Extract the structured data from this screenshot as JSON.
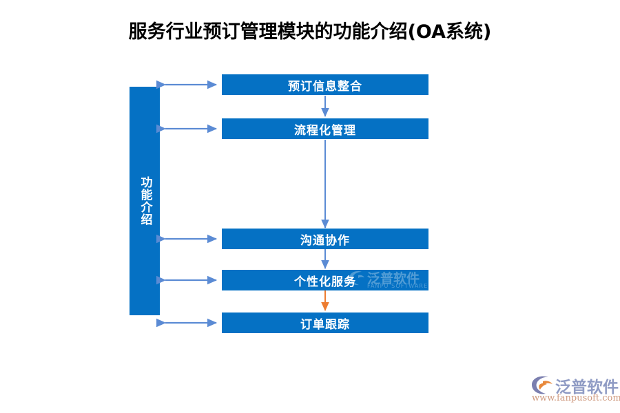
{
  "page": {
    "title": "服务行业预订管理模块的功能介绍(OA系统)",
    "background_color": "#FFFFFF"
  },
  "diagram": {
    "type": "flowchart",
    "spine": {
      "label": "功能介绍",
      "color": "#0571C4"
    },
    "box_color": "#0571C4",
    "box_text_color": "#FFFFFF",
    "connector_color": "#5B8BD4",
    "highlight_connector_color": "#ED7D31",
    "nodes": [
      {
        "label": "预订信息整合"
      },
      {
        "label": "流程化管理"
      },
      {
        "label": "沟通协作"
      },
      {
        "label": "个性化服务"
      },
      {
        "label": "订单跟踪"
      }
    ]
  },
  "watermark": {
    "cn": "泛普软件",
    "en": "FANPU SOFTWARE"
  },
  "brand": {
    "name": "泛普软件",
    "url": "www.fanpusoft.com",
    "mark_color": "#7B7FAF",
    "accent_color": "#E8883A"
  }
}
